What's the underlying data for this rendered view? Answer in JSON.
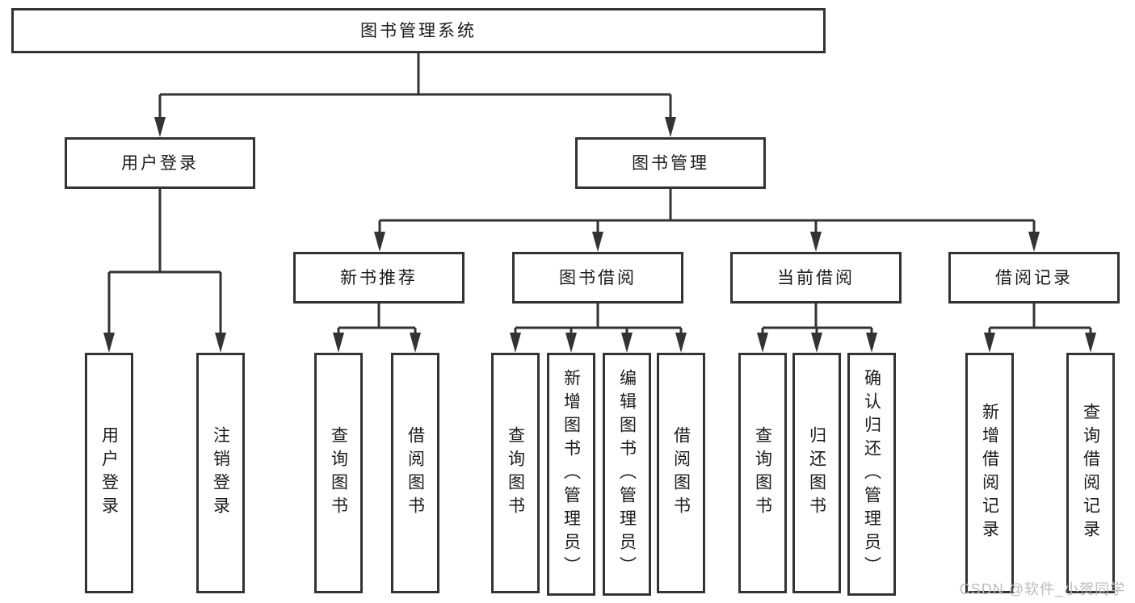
{
  "tree": {
    "label": "图书管理系统",
    "children": [
      {
        "label": "用户登录",
        "children": [
          {
            "label": "用户登录"
          },
          {
            "label": "注销登录"
          }
        ]
      },
      {
        "label": "图书管理",
        "children": [
          {
            "label": "新书推荐",
            "children": [
              {
                "label": "查询图书"
              },
              {
                "label": "借阅图书"
              }
            ]
          },
          {
            "label": "图书借阅",
            "children": [
              {
                "label": "查询图书"
              },
              {
                "label": "新增图书（管理员）"
              },
              {
                "label": "编辑图书（管理员）"
              },
              {
                "label": "借阅图书"
              }
            ]
          },
          {
            "label": "当前借阅",
            "children": [
              {
                "label": "查询图书"
              },
              {
                "label": "归还图书"
              },
              {
                "label": "确认归还（管理员）"
              }
            ]
          },
          {
            "label": "借阅记录",
            "children": [
              {
                "label": "新增借阅记录"
              },
              {
                "label": "查询借阅记录"
              }
            ]
          }
        ]
      }
    ]
  },
  "watermark": {
    "text": "CSDN @软件_小贺同学"
  },
  "colors": {
    "line": "#333333",
    "text": "#1a1a1a",
    "background": "#ffffff",
    "watermark": "#bcbcbc"
  }
}
